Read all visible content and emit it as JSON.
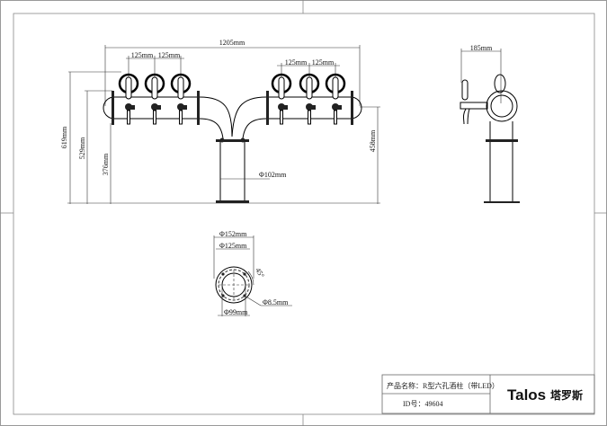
{
  "front_view": {
    "width_total": "1205mm",
    "spacing_left_1": "125mm",
    "spacing_left_2": "125mm",
    "spacing_right_1": "125mm",
    "spacing_right_2": "125mm",
    "height_total": "619mm",
    "height_manifold": "529mm",
    "height_column": "376mm",
    "height_right": "458mm",
    "column_diameter": "Φ102mm"
  },
  "side_view": {
    "depth": "185mm"
  },
  "flange_view": {
    "outer_diameter": "Φ152mm",
    "bolt_circle": "Φ125mm",
    "inner_diameter": "Φ99mm",
    "hole_diameter": "Φ8.5mm",
    "angle": "45°"
  },
  "title_block": {
    "product_name": "产品名称：R型六孔酒柱（带LED）",
    "id": "ID号：49604",
    "logo_latin": "Talos",
    "logo_cn": "塔罗斯"
  }
}
